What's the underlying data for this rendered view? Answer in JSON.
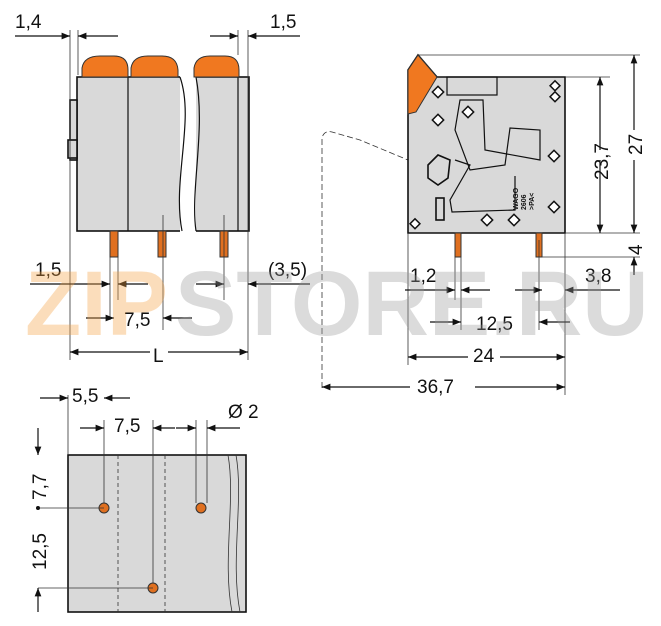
{
  "front_view": {
    "dims": {
      "left_offset": "1,4",
      "right_offset": "1,5",
      "pin_width": "1,5",
      "right_pin_offset": "(3,5)",
      "pitch": "7,5",
      "length": "L"
    }
  },
  "side_view": {
    "dims": {
      "pin_offset": "1,2",
      "pin_spacing": "12,5",
      "right_pin_offset": "3,8",
      "body_width": "24",
      "total_width": "36,7",
      "body_height": "23,7",
      "total_height": "27",
      "pin_length": "4"
    },
    "logo_text": [
      "WAGO",
      "2606",
      ">PA<"
    ]
  },
  "footprint": {
    "dims": {
      "edge_offset": "5,5",
      "pitch": "7,5",
      "hole_diameter": "Ø 2",
      "row_offset": "7,7",
      "row_spacing": "12,5"
    }
  },
  "watermark": {
    "text_orange": "ZIP",
    "text_gray": "STORE.RU"
  },
  "colors": {
    "body": "#d9d9d9",
    "actuator": "#f07820",
    "pin": "#e07020"
  }
}
